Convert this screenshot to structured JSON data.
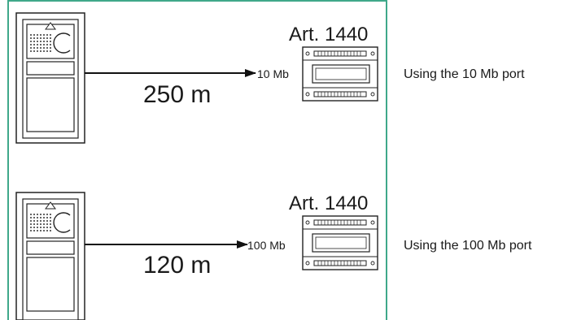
{
  "rows": [
    {
      "device_label": "Art. 1440",
      "distance": "250 m",
      "port_label": "10 Mb",
      "description": "Using the 10 Mb port"
    },
    {
      "device_label": "Art. 1440",
      "distance": "120 m",
      "port_label": "100 Mb",
      "description": "Using the 100 Mb port"
    }
  ],
  "colors": {
    "frame": "#3fa88a",
    "ink": "#1a1a1a"
  }
}
